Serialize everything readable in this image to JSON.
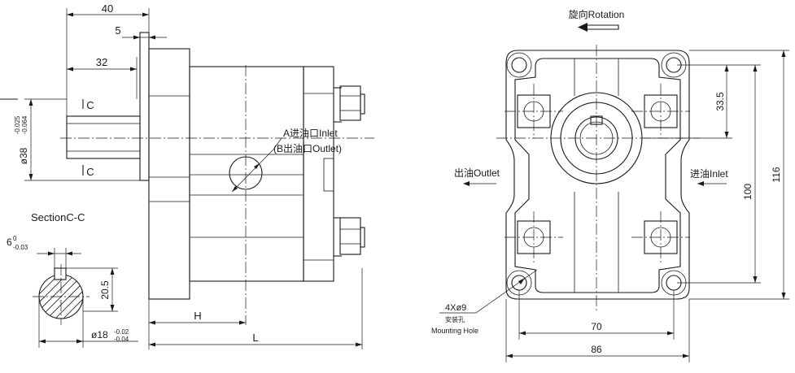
{
  "side_view": {
    "dim_overall_width": "40",
    "dim_flange": "5",
    "dim_shaft_length": "32",
    "dim_shaft_diameter_main": "ø38",
    "dim_shaft_diameter_tol_upper": "-0.025",
    "dim_shaft_diameter_tol_lower": "-0.064",
    "section_mark_top": "C",
    "section_mark_bottom": "C",
    "port_label_inlet": "A进油口Inlet",
    "port_label_outlet": "(B出油口Outlet)",
    "dim_h": "H",
    "dim_l": "L"
  },
  "section_view": {
    "title": "SectionC-C",
    "key_width_main": "6",
    "key_width_tol_upper": "0",
    "key_width_tol_lower": "-0.03",
    "dim_key_height": "20.5",
    "dim_shaft_diameter_main": "ø18",
    "dim_shaft_diameter_tol_upper": "-0.02",
    "dim_shaft_diameter_tol_lower": "-0.04"
  },
  "front_view": {
    "rotation_label": "旋向Rotation",
    "outlet_label": "出油Outlet",
    "inlet_label": "进油Inlet",
    "dim_33_5": "33.5",
    "dim_100": "100",
    "dim_116": "116",
    "dim_70": "70",
    "dim_86": "86",
    "hole_callout": "4Xø9",
    "hole_callout_cn": "安装孔",
    "hole_callout_en": "Mounting Hole"
  }
}
